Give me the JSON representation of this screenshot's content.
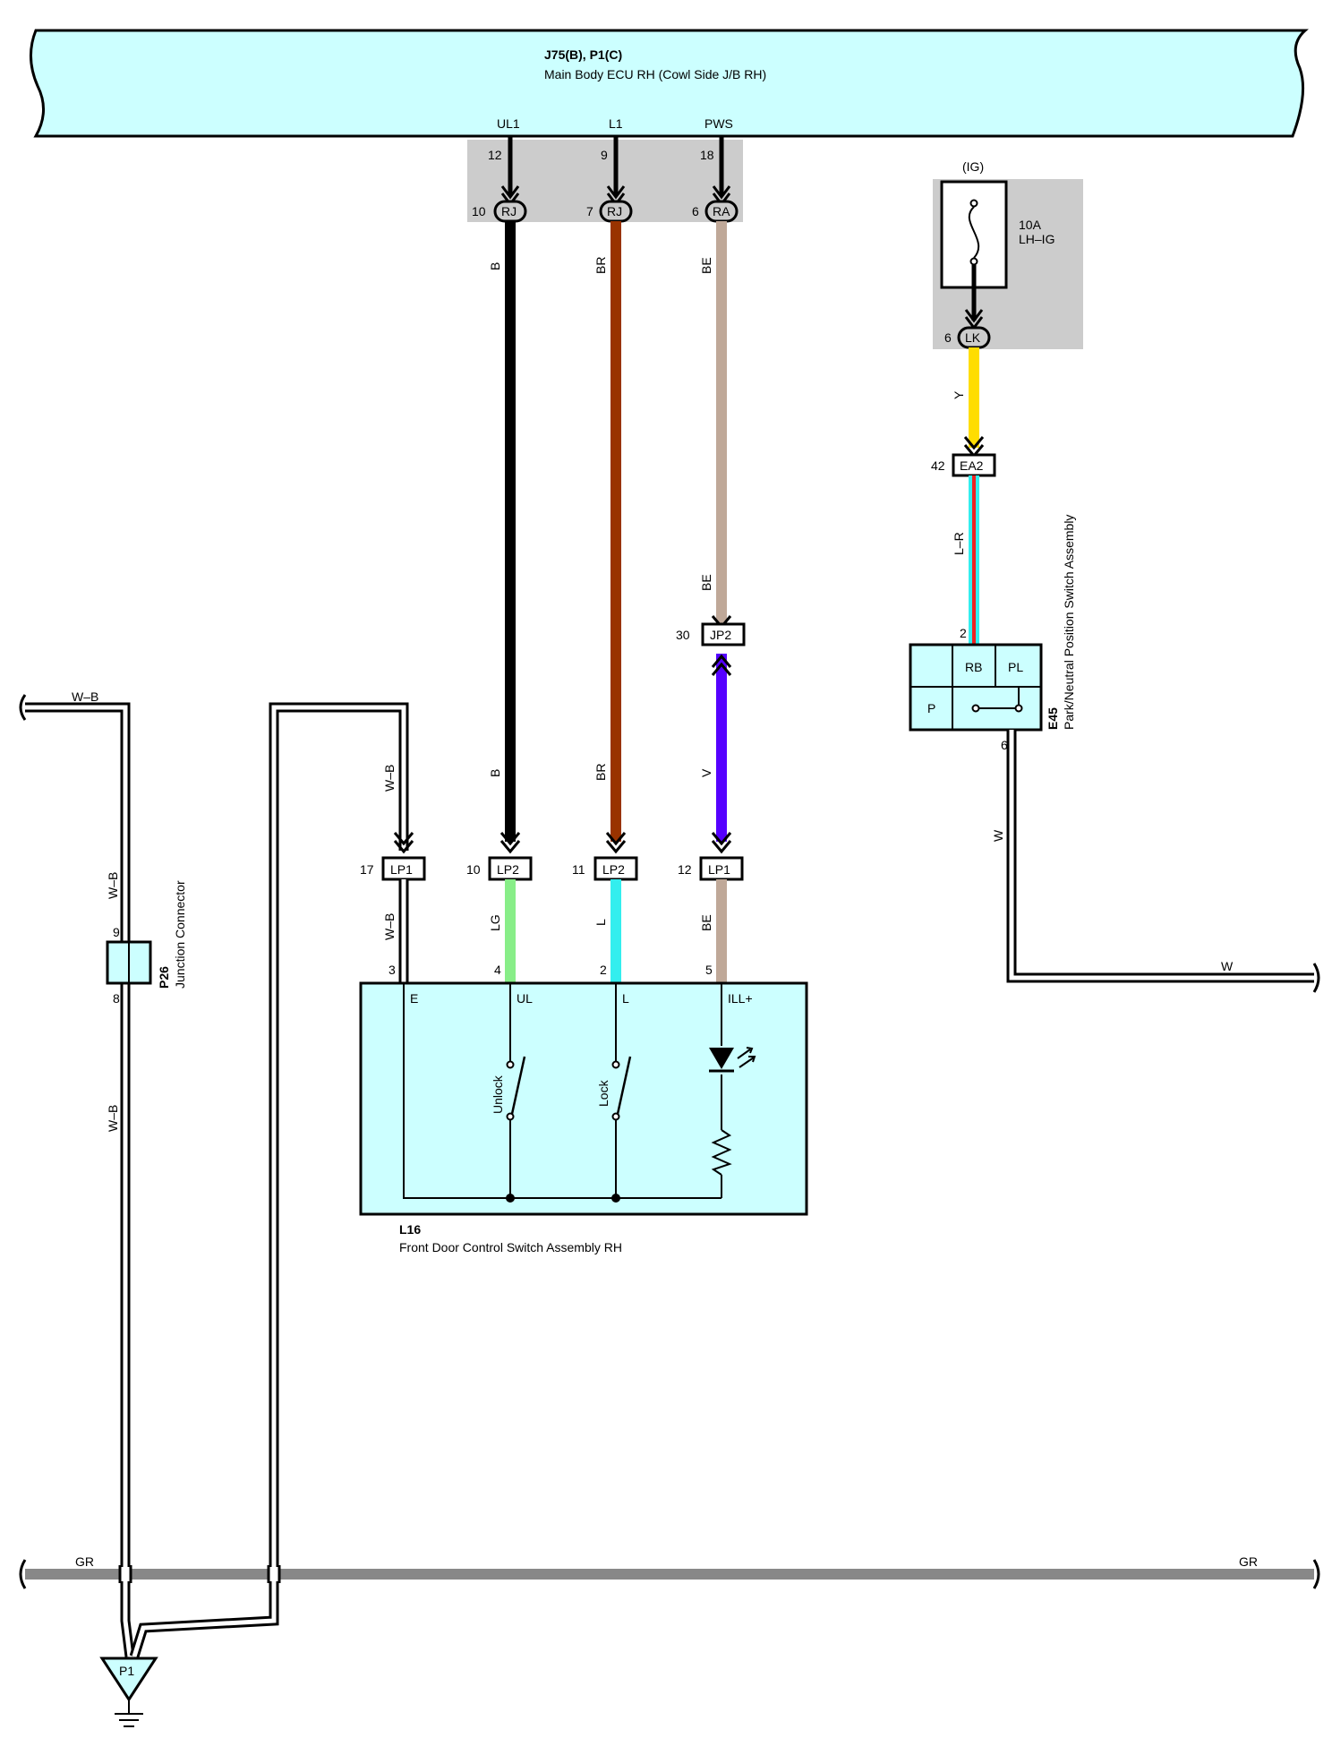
{
  "colors": {
    "component_fill": "#ccffff",
    "shade": "#cccccc",
    "wire_b": "#000000",
    "wire_br": "#993300",
    "wire_be": "#bfa898",
    "wire_v": "#5500ff",
    "wire_lg": "#88ee88",
    "wire_l": "#33eeee",
    "wire_y": "#ffdd00",
    "wire_gr": "#888888",
    "wire_lr_stripe": "#ee2222"
  },
  "ecu": {
    "code": "J75(B), P1(C)",
    "name": "Main Body ECU RH (Cowl Side J/B RH)",
    "terminals": [
      {
        "label": "UL1",
        "pin": "12"
      },
      {
        "label": "L1",
        "pin": "9"
      },
      {
        "label": "PWS",
        "pin": "18"
      }
    ]
  },
  "connectors": {
    "rj_ul1": {
      "name": "RJ",
      "pin": "10"
    },
    "rj_l1": {
      "name": "RJ",
      "pin": "7"
    },
    "ra_pws": {
      "name": "RA",
      "pin": "6"
    },
    "lk": {
      "name": "LK",
      "pin": "6"
    },
    "ea2": {
      "name": "EA2",
      "pin": "42"
    },
    "jp2": {
      "name": "JP2",
      "pin": "30"
    },
    "lp1_e": {
      "name": "LP1",
      "pin": "17"
    },
    "lp2_ul": {
      "name": "LP2",
      "pin": "10"
    },
    "lp2_l": {
      "name": "LP2",
      "pin": "11"
    },
    "lp1_ill": {
      "name": "LP1",
      "pin": "12"
    }
  },
  "fuse": {
    "supply": "(IG)",
    "rating": "10A",
    "name": "LH–IG"
  },
  "wires": {
    "b_top": "B",
    "br_top": "BR",
    "be_top": "BE",
    "be_mid": "BE",
    "b_bottom": "B",
    "br_bottom": "BR",
    "v": "V",
    "lg": "LG",
    "l": "L",
    "be_bottom": "BE",
    "wb_left_top": "W–B",
    "wb_p26_top": "W–B",
    "wb_p26_bottom": "W–B",
    "wb_to_lp1": "W–B",
    "wb_below_lp1": "W–B",
    "y": "Y",
    "lr": "L–R",
    "w_vertical": "W",
    "w_horizontal": "W",
    "gr_left": "GR",
    "gr_right": "GR"
  },
  "switch_l16": {
    "code": "L16",
    "name": "Front Door Control Switch Assembly RH",
    "pins": [
      {
        "label": "E",
        "pin": "3"
      },
      {
        "label": "UL",
        "pin": "4"
      },
      {
        "label": "L",
        "pin": "2"
      },
      {
        "label": "ILL+",
        "pin": "5"
      }
    ],
    "unlock_label": "Unlock",
    "lock_label": "Lock"
  },
  "p26": {
    "code": "P26",
    "name": "Junction Connector",
    "pin_top": "9",
    "pin_bottom": "8"
  },
  "e45": {
    "code": "E45",
    "name": "Park/Neutral Position Switch Assembly",
    "pin_top": "2",
    "pin_bottom": "6",
    "cells": [
      "RB",
      "PL",
      "P"
    ]
  },
  "ground": {
    "name": "P1"
  }
}
